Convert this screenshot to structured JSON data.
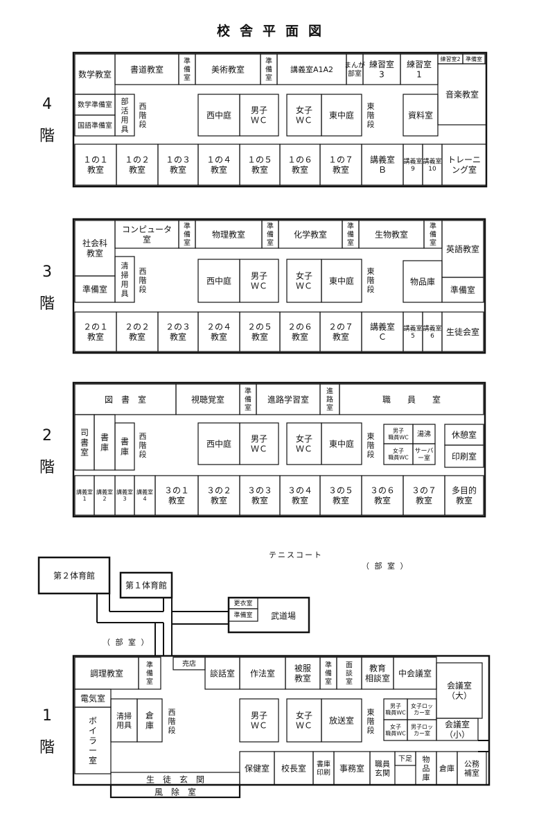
{
  "title": "校舎平面図",
  "floors": {
    "f4": {
      "num": "4",
      "label": "階"
    },
    "f3": {
      "num": "3",
      "label": "階"
    },
    "f2": {
      "num": "2",
      "label": "階"
    },
    "f1": {
      "num": "1",
      "label": "階"
    }
  },
  "notes": {
    "tennis": "テニスコート",
    "club_right": "（ 部 室 ）",
    "club_left": "（ 部 室 ）"
  },
  "rooms": {
    "suugaku": "数学教室",
    "shodou": "書道教室",
    "junbi": "準\n備\n室",
    "bijutsu": "美術教室",
    "kougi_a1a2": "講義室A1A2",
    "manga": "まんが\n部室",
    "renshu3": "練習室\n3",
    "renshu1": "練習室\n1",
    "renshu2": "練習室2",
    "junbishitsu": "準備室",
    "ongaku": "音楽教室",
    "suugaku_junbi": "数学準備室",
    "kokugo_junbi": "国語準備室",
    "bukatsu": "部\n活\n用\n具",
    "nishi_kaidan": "西\n階\n段",
    "nishi_nakaniwa": "西中庭",
    "dansi_wc": "男子\nＷＣ",
    "joshi_wc": "女子\nＷＣ",
    "higashi_nakaniwa": "東中庭",
    "higashi_kaidan": "東\n階\n段",
    "shiryou": "資料室",
    "c1_1": "１の１\n教室",
    "c1_2": "１の２\n教室",
    "c1_3": "１の３\n教室",
    "c1_4": "１の４\n教室",
    "c1_5": "１の５\n教室",
    "c1_6": "１の６\n教室",
    "c1_7": "１の７\n教室",
    "kougi_b": "講義室\nＢ",
    "kougi_9": "講義室\n9",
    "kougi_10": "講義室\n10",
    "training": "トレーニ\nング室",
    "shakai": "社会科\n教室",
    "computer": "コンピュータ\n室",
    "butsuri": "物理教室",
    "kagaku": "化学教室",
    "seibutsu": "生物教室",
    "eigo": "英語教室",
    "seisou": "清\n掃\n用\n具",
    "buppin": "物品庫",
    "c2_1": "２の１\n教室",
    "c2_2": "２の２\n教室",
    "c2_3": "２の３\n教室",
    "c2_4": "２の４\n教室",
    "c2_5": "２の５\n教室",
    "c2_6": "２の６\n教室",
    "c2_7": "２の７\n教室",
    "kougi_c": "講義室\nＣ",
    "kougi_5": "講義室\n5",
    "kougi_6": "講義室\n6",
    "seitokai": "生徒会室",
    "tosho": "図　書　室",
    "shichoukaku": "視聴覚室",
    "shinro_gakushu": "進路学習室",
    "shinro": "進\n路\n室",
    "shokuin": "職　　員　　室",
    "shisho": "司\n書\n室",
    "shoko": "書\n庫",
    "dansi_shokuin_wc": "男子\n職員WC",
    "joshi_shokuin_wc": "女子\n職員WC",
    "yuwakashi": "湯沸",
    "server": "サーバ\nー室",
    "kyukei": "休憩室",
    "insatsu": "印刷室",
    "kougi_1": "講義室\n1",
    "kougi_2": "講義室\n2",
    "kougi_3": "講義室\n3",
    "kougi_4": "講義室\n4",
    "c3_1": "３の１\n教室",
    "c3_2": "３の２\n教室",
    "c3_3": "３の３\n教室",
    "c3_4": "３の４\n教室",
    "c3_5": "３の５\n教室",
    "c3_6": "３の６\n教室",
    "c3_7": "３の７\n教室",
    "tamokuteki": "多目的\n教室",
    "gym2": "第２体育館",
    "gym1": "第１体育館",
    "koui": "更衣室",
    "budou": "武道場",
    "baiten": "売店",
    "chouri": "調理教室",
    "danwa": "談話室",
    "sahou": "作法室",
    "hifuku": "被服\n教室",
    "mendan": "面\n談\n室",
    "kyouiku_soudan": "教育\n相談室",
    "chuu_kaigi": "中会議室",
    "kaigi_dai": "会議室\n（大）",
    "kaigi_shou": "会議室\n（小）",
    "denki": "電気室",
    "boiler": "ボ\nイ\nラ\nー\n室",
    "seisou_yougu": "清掃\n用具",
    "souko": "倉\n庫",
    "housou": "放送室",
    "joshi_locker": "女子ロッ\nカー室",
    "dansi_locker": "男子ロッ\nカー室",
    "hoken": "保健室",
    "kouchou": "校長室",
    "shoko_insatsu": "書庫\n印刷",
    "jimu": "事務室",
    "shokuin_genkan": "職員\n玄関",
    "shitaashi": "下足",
    "buppinko": "物\n品\n庫",
    "souko2": "倉庫",
    "koumu": "公務\n補室",
    "seito_genkan": "生　徒　玄　関",
    "fuujo": "風　除　室"
  }
}
